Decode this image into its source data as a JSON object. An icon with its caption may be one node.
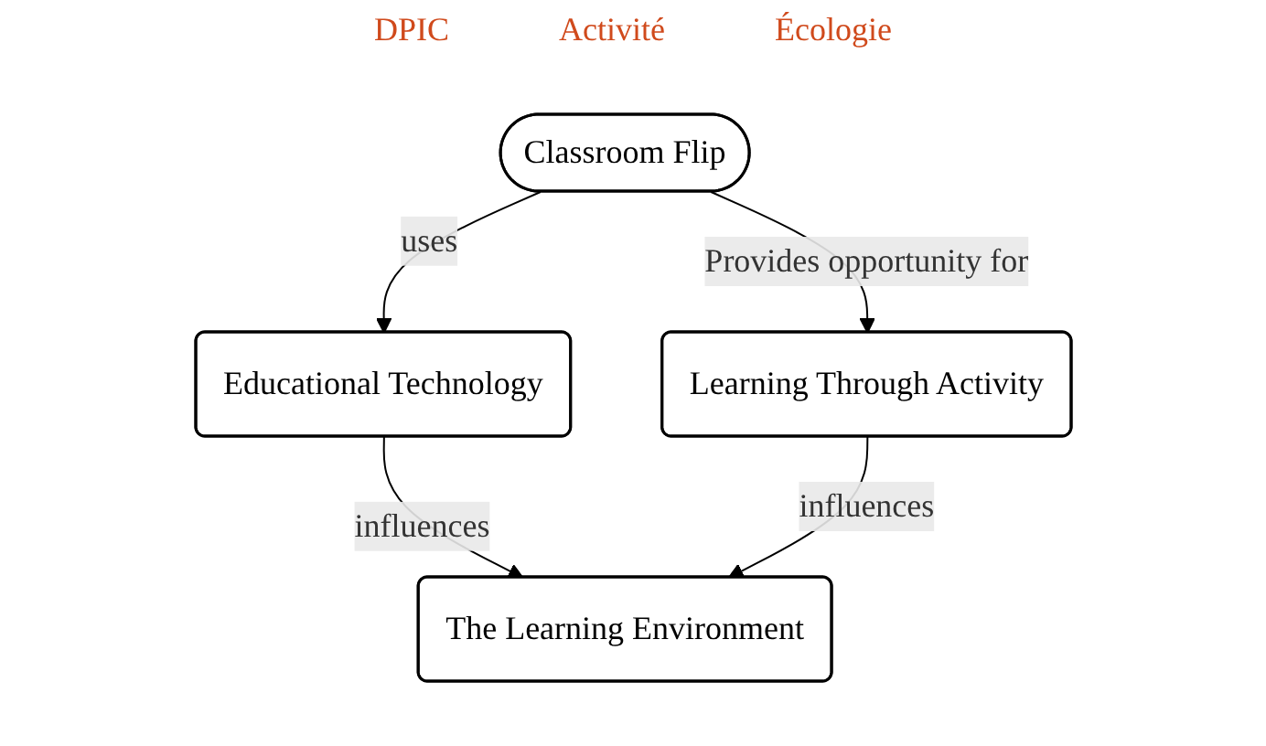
{
  "diagram": {
    "nodes": [
      {
        "text": [
          "Classroom Flip"
        ]
      },
      {
        "text": [
          "Educational Technology"
        ]
      },
      {
        "text": [
          "Learning Through Activity"
        ]
      },
      {
        "text": [
          "The Learning Environment"
        ]
      }
    ],
    "edges": [
      {
        "from": 0,
        "to": 1,
        "arrow": "to",
        "label": "uses"
      },
      {
        "from": 0,
        "to": 2,
        "arrow": "to",
        "label": "Provides opportunity for"
      },
      {
        "from": 1,
        "to": 3,
        "arrow": "to",
        "label": "influences"
      },
      {
        "from": 2,
        "to": 3,
        "arrow": "to",
        "label": "influences"
      }
    ],
    "labels": [
      "DPIC",
      "Activité",
      "Écologie"
    ]
  }
}
